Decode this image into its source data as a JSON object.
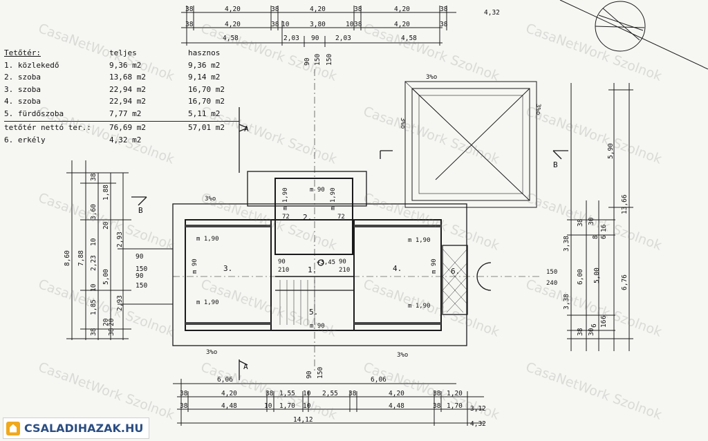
{
  "legend": {
    "title": "Tetőtér:",
    "col_full": "teljes",
    "col_usable": "hasznos",
    "rows": [
      {
        "name": "1. közlekedő",
        "full": "9,36 m2",
        "usable": "9,36 m2"
      },
      {
        "name": "2. szoba",
        "full": "13,68 m2",
        "usable": "9,14 m2"
      },
      {
        "name": "3. szoba",
        "full": "22,94 m2",
        "usable": "16,70 m2"
      },
      {
        "name": "4. szoba",
        "full": "22,94 m2",
        "usable": "16,70 m2"
      },
      {
        "name": "5. fürdőszoba",
        "full": "7,77 m2",
        "usable": "5,11 m2"
      }
    ],
    "total": {
      "name": "tetőtér nettó ter.:",
      "full": "76,69 m2",
      "usable": "57,01 m2"
    },
    "extra": {
      "name": "6. erkély",
      "full": "4,32 m2"
    }
  },
  "rooms": {
    "r1": "1.",
    "r2": "2.",
    "r3": "3.",
    "r4": "4.",
    "r5": "5.",
    "r6": "6."
  },
  "plan_labels": {
    "m190_a": "m 1,90",
    "m190_b": "m 1,90",
    "m190_c": "m 1,90",
    "m190_d": "m 1,90",
    "m190_e": "m 1,90",
    "m190_f": "m 1,90",
    "m90_a": "m 90",
    "m90_b": "m 90",
    "m90_c": "m 90",
    "m90_d": "m 90",
    "h345": "+3,45",
    "n72": "72",
    "n90": "90",
    "n210": "210",
    "n150": "150",
    "n240": "240",
    "slope": "3%o",
    "sec_a": "A",
    "sec_b": "B"
  },
  "top_dims": {
    "row1": [
      "38",
      "4,20",
      "38",
      "4,20",
      "38",
      "4,20",
      "38",
      "4,32"
    ],
    "row2": [
      "38",
      "4,20",
      "38",
      "10",
      "3,80",
      "10",
      "38",
      "4,20",
      "38"
    ],
    "row3": [
      "4,58",
      "2,03",
      "90",
      "2,03",
      "4,58"
    ],
    "vert": [
      "90",
      "150",
      "150"
    ]
  },
  "bottom_dims": {
    "row1": [
      "6,06",
      "6,06"
    ],
    "row2": [
      "38",
      "4,20",
      "38",
      "1,55",
      "10",
      "2,55",
      "38",
      "4,20",
      "38",
      "1,20"
    ],
    "row3": [
      "38",
      "4,48",
      "10",
      "1,70",
      "10",
      "4,48",
      "38",
      "1,70",
      "3,12"
    ],
    "row4": [
      "14,12",
      "4,32"
    ],
    "vert": [
      "90",
      "150"
    ]
  },
  "left_dims": {
    "outer": "8,60",
    "mid": "7,88",
    "segs": [
      "38",
      "1,88",
      "3,60",
      "10",
      "2,23",
      "10",
      "1,85",
      "20",
      "38"
    ],
    "inner": [
      "20",
      "2,93",
      "5,00",
      "2,93",
      "20",
      "38"
    ],
    "wins": [
      "90",
      "150",
      "90",
      "150"
    ]
  },
  "right_dims": {
    "outer": "13,66",
    "top": "5,90",
    "big": "6,76",
    "segs": [
      "38",
      "30",
      "8",
      "16",
      "6",
      "3,38",
      "6,00",
      "5,00",
      "3,38",
      "6",
      "16",
      "6",
      "30",
      "38"
    ]
  },
  "watermark": "CasaNetWork Szolnok",
  "brand": {
    "name": "CSALADIHAZAK.HU"
  }
}
